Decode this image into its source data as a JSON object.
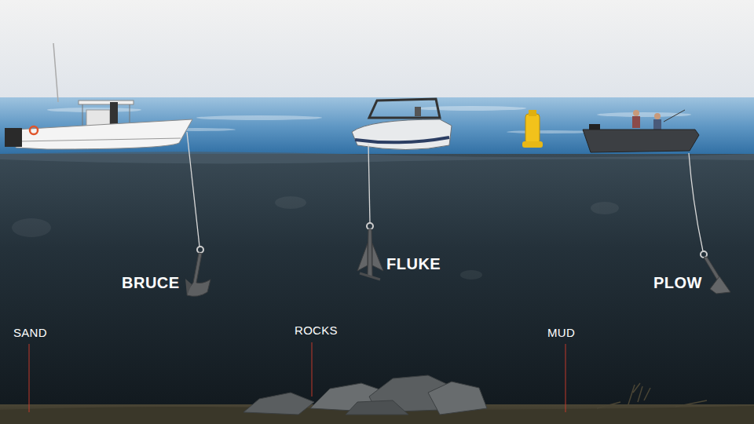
{
  "diagram": {
    "labels": [
      "BRUCE",
      "FLUKE",
      "PLOW",
      "SAND",
      "ROCKS",
      "MUD"
    ]
  }
}
